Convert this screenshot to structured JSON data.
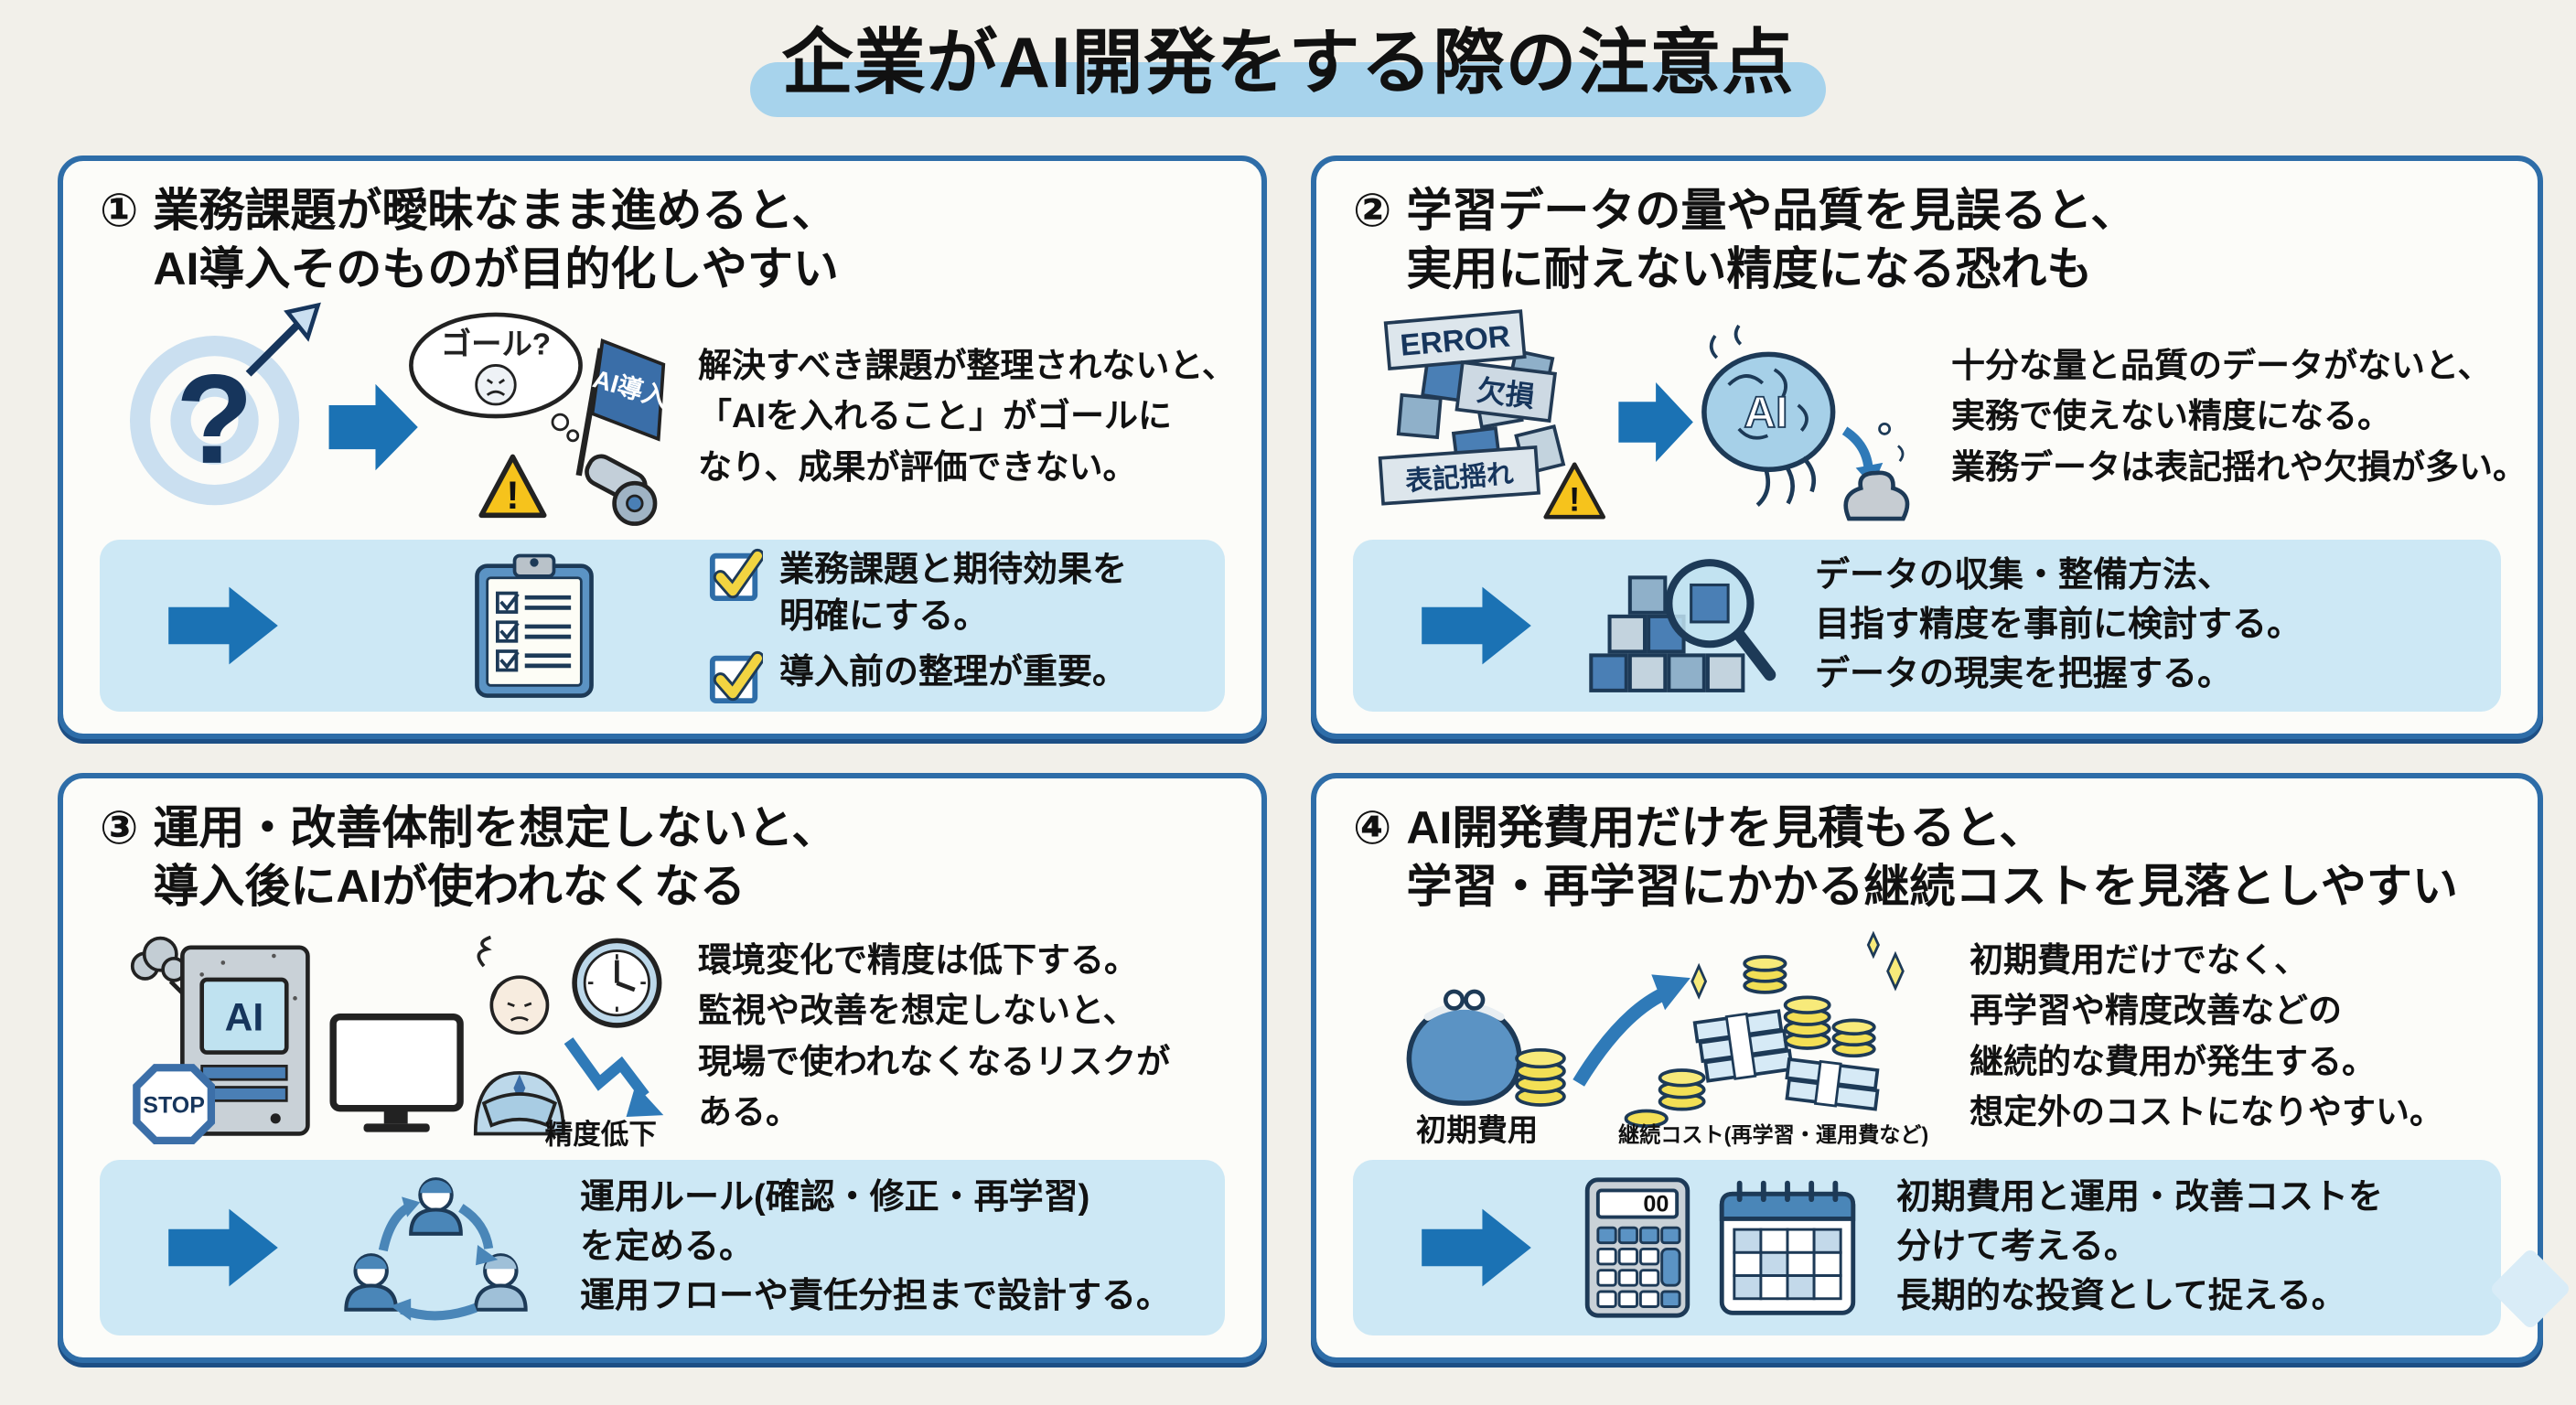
{
  "title": "企業がAI開発をする際の注意点",
  "colors": {
    "panel_border": "#2e6da8",
    "accent_arrow": "#1b72b4",
    "title_highlight": "#a7d3ec",
    "solution_bg": "#cde8f5",
    "warning_yellow": "#f6c31c",
    "check_yellow": "#f2d441"
  },
  "panels": [
    {
      "number": "①",
      "heading": [
        "業務課題が曖昧なまま進めると、",
        "AI導入そのものが目的化しやすい"
      ],
      "body": [
        "解決すべき課題が整理されないと、",
        "「AIを入れること」がゴールに",
        "なり、成果が評価できない。"
      ],
      "illustration": {
        "question_mark": "?",
        "thought_label": "ゴール?",
        "flag_label": "AI導入",
        "warning_mark": "!"
      },
      "solution": {
        "items": [
          {
            "lines": [
              "業務課題と期待効果を",
              "明確にする。"
            ]
          },
          {
            "lines": [
              "導入前の整理が重要。"
            ]
          }
        ]
      }
    },
    {
      "number": "②",
      "heading": [
        "学習データの量や品質を見誤ると、",
        "実用に耐えない精度になる恐れも"
      ],
      "body": [
        "十分な量と品質のデータがないと、",
        "実務で使えない精度になる。",
        "業務データは表記揺れや欠損が多い。"
      ],
      "illustration": {
        "tile_labels": [
          "ERROR",
          "欠損",
          "表記揺れ"
        ],
        "brain_label": "AI",
        "warning_mark": "!"
      },
      "solution": {
        "lines": [
          "データの収集・整備方法、",
          "目指す精度を事前に検討する。",
          "データの現実を把握する。"
        ]
      }
    },
    {
      "number": "③",
      "heading": [
        "運用・改善体制を想定しないと、",
        "導入後にAIが使われなくなる"
      ],
      "body": [
        "環境変化で精度は低下する。",
        "監視や改善を想定しないと、",
        "現場で使われなくなるリスクが",
        "ある。"
      ],
      "illustration": {
        "server_label": "AI",
        "stop_label": "STOP",
        "decline_label": "精度低下"
      },
      "solution": {
        "lines": [
          "運用ルール(確認・修正・再学習)",
          "を定める。",
          "運用フローや責任分担まで設計する。"
        ]
      }
    },
    {
      "number": "④",
      "heading": [
        "AI開発費用だけを見積もると、",
        "学習・再学習にかかる継続コストを見落としやすい"
      ],
      "body": [
        "初期費用だけでなく、",
        "再学習や精度改善などの",
        "継続的な費用が発生する。",
        "想定外のコストになりやすい。"
      ],
      "illustration": {
        "purse_label": "初期費用",
        "cost_label": "継続コスト(再学習・運用費など)",
        "calc_display": "00"
      },
      "solution": {
        "lines": [
          "初期費用と運用・改善コストを",
          "分けて考える。",
          "長期的な投資として捉える。"
        ]
      }
    }
  ]
}
